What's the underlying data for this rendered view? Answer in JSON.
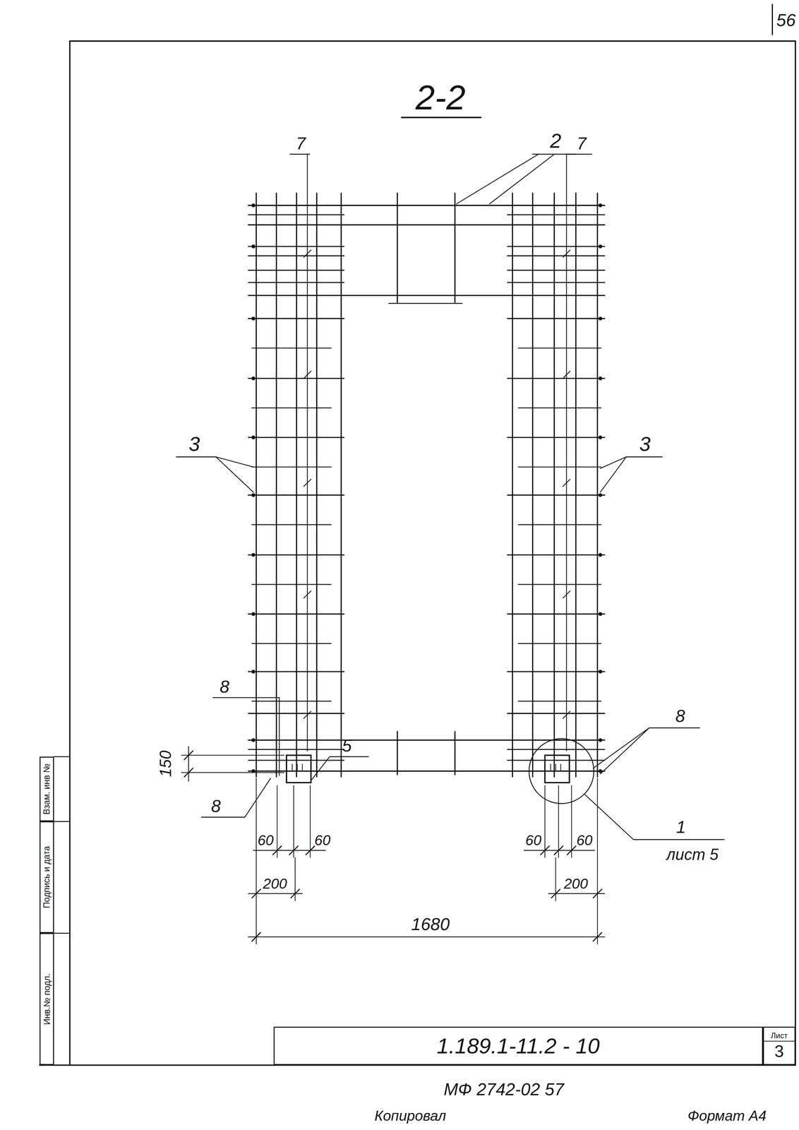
{
  "diagram": {
    "title": "2-2",
    "nodes": [
      {
        "text": [
          "Взам. инв №"
        ]
      },
      {
        "text": [
          "Подпись и дата"
        ]
      },
      {
        "text": [
          "Инв.№ подл."
        ]
      },
      {
        "text": [
          "1.189.1-11.2 - 10"
        ]
      },
      {
        "text": [
          "Лист",
          "3"
        ]
      }
    ],
    "labels": [
      "56",
      "7",
      "2",
      "7",
      "3",
      "3",
      "8",
      "150",
      "8",
      "5",
      "8",
      "1",
      "лист 5",
      "60",
      "60",
      "60",
      "60",
      "200",
      "200",
      "1680",
      "МФ 2742-02 57",
      "Копировал",
      "Формат А4"
    ]
  }
}
